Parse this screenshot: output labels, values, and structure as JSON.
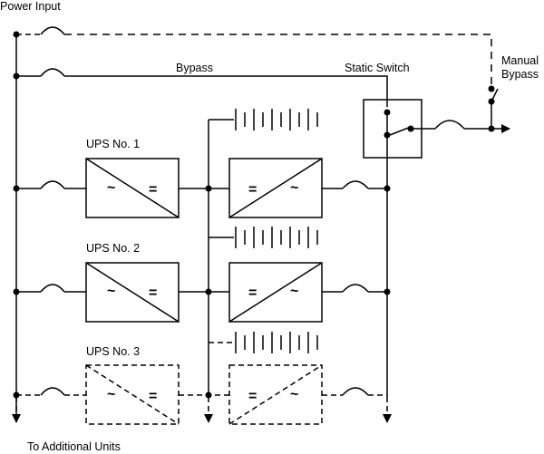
{
  "labels": {
    "power_input": "Power Input",
    "bypass": "Bypass",
    "static_switch": "Static Switch",
    "manual_bypass_line1": "Manual",
    "manual_bypass_line2": "Bypass",
    "ups1": "UPS No. 1",
    "ups2": "UPS No. 2",
    "ups3": "UPS No. 3",
    "additional_units": "To Additional Units"
  },
  "symbols": {
    "ac": "~",
    "dc": "="
  },
  "colors": {
    "line": "#000000",
    "background": "#ffffff"
  }
}
